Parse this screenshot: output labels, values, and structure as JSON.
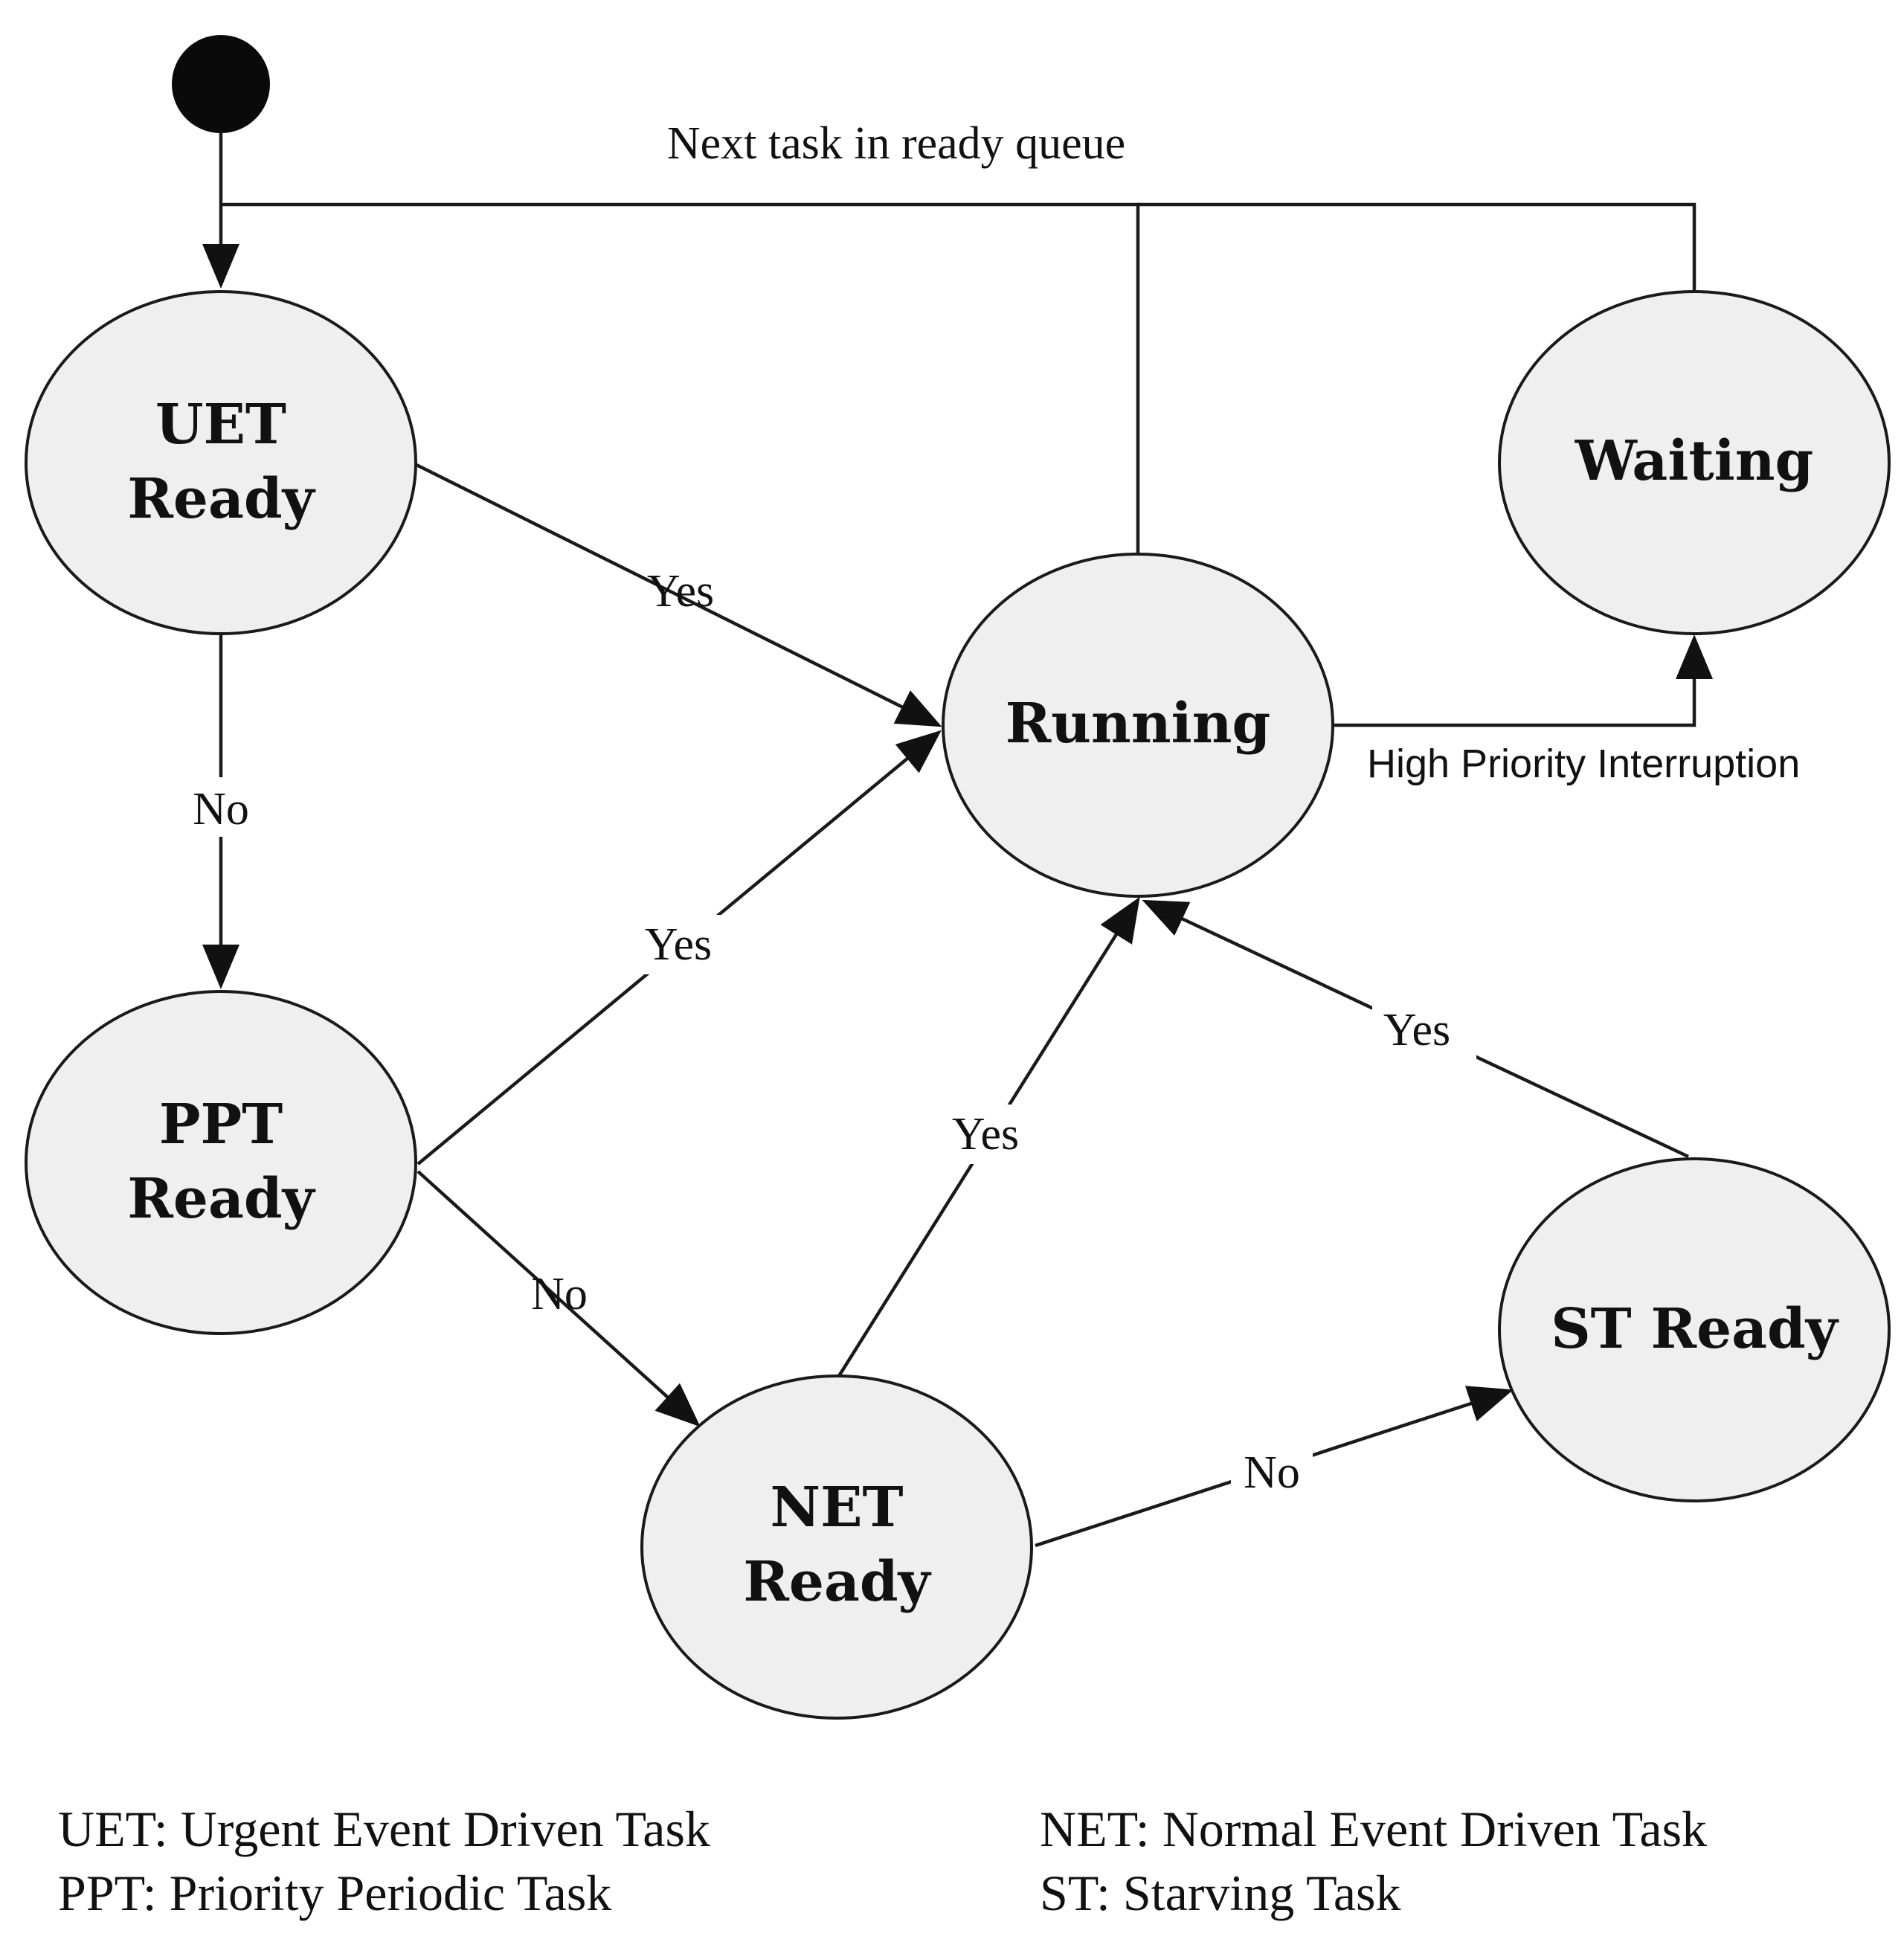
{
  "states": {
    "uet": {
      "line1": "UET",
      "line2": "Ready"
    },
    "ppt": {
      "line1": "PPT",
      "line2": "Ready"
    },
    "net": {
      "line1": "NET",
      "line2": "Ready"
    },
    "running": {
      "label": "Running"
    },
    "waiting": {
      "label": "Waiting"
    },
    "st": {
      "label": "ST Ready"
    }
  },
  "edges": {
    "next_task": "Next task in ready queue",
    "uet_running": "Yes",
    "uet_ppt": "No",
    "ppt_running": "Yes",
    "ppt_net": "No",
    "net_running": "Yes",
    "net_st": "No",
    "st_running": "Yes",
    "running_waiting": "High Priority Interruption"
  },
  "legend": {
    "uet": "UET: Urgent Event Driven Task",
    "ppt": "PPT: Priority Periodic Task",
    "net": "NET: Normal Event Driven Task",
    "st": "ST: Starving Task"
  }
}
